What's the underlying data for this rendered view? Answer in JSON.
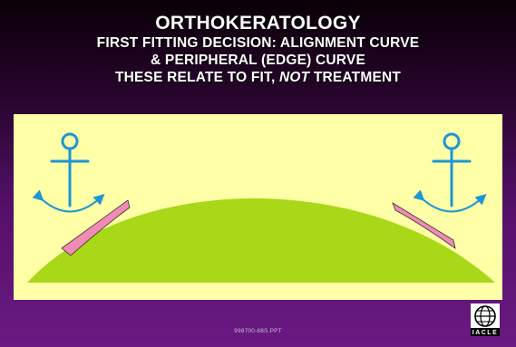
{
  "slide": {
    "title": "ORTHOKERATOLOGY",
    "subtitle_line1": "FIRST FITTING DECISION: ALIGNMENT CURVE",
    "subtitle_line2": "& PERIPHERAL (EDGE) CURVE",
    "subtitle_line3_a": "THESE RELATE TO FIT, ",
    "subtitle_line3_em": "NOT",
    "subtitle_line3_b": " TREATMENT",
    "footer_code": "998700-88S.PPT",
    "logo_text": "IACLE"
  },
  "colors": {
    "panel": "#ffffa8",
    "cornea": "#a8d818",
    "lens": "#f08cb4",
    "anchor": "#1e96d2"
  },
  "icons": [
    "anchor-icon",
    "curved-double-arrow-icon",
    "globe-logo-icon"
  ]
}
